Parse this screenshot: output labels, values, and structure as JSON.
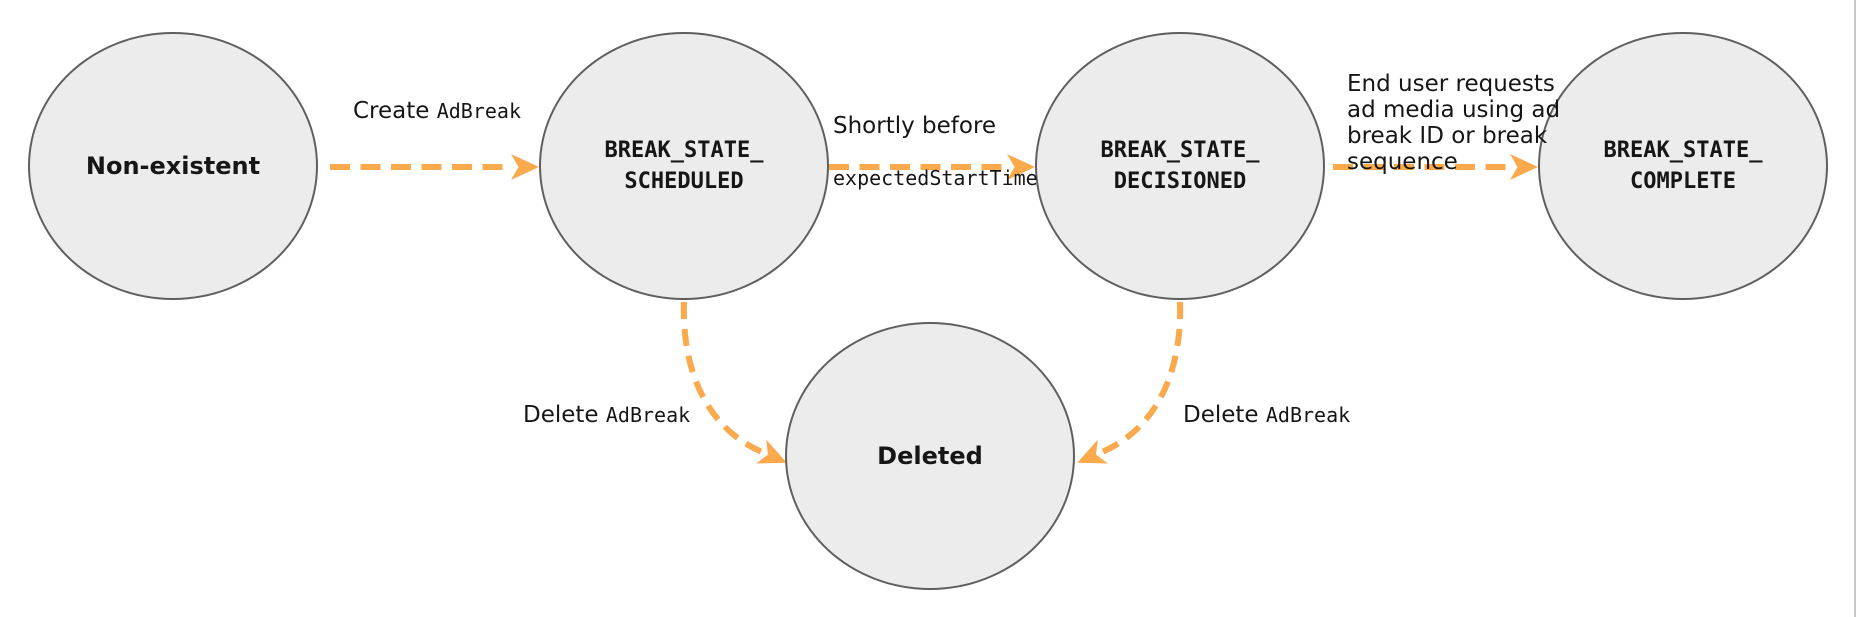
{
  "diagram": {
    "states": [
      {
        "id": "non-existent",
        "label": "Non-existent"
      },
      {
        "id": "break-state-scheduled",
        "label": "BREAK_STATE_\nSCHEDULED"
      },
      {
        "id": "break-state-decisioned",
        "label": "BREAK_STATE_\nDECISIONED"
      },
      {
        "id": "break-state-complete",
        "label": "BREAK_STATE_\nCOMPLETE"
      },
      {
        "id": "deleted",
        "label": "Deleted"
      }
    ],
    "transitions": [
      {
        "from": "non-existent",
        "to": "break-state-scheduled",
        "label_sans": "Create ",
        "label_code": "AdBreak"
      },
      {
        "from": "break-state-scheduled",
        "to": "break-state-decisioned",
        "label_sans": "Shortly before",
        "label_code": "expectedStartTime"
      },
      {
        "from": "break-state-decisioned",
        "to": "break-state-complete",
        "label_sans": "End user requests\nad media using ad\nbreak ID or break\nsequence",
        "label_code": ""
      },
      {
        "from": "break-state-scheduled",
        "to": "deleted",
        "label_sans": "Delete ",
        "label_code": "AdBreak"
      },
      {
        "from": "break-state-decisioned",
        "to": "deleted",
        "label_sans": "Delete ",
        "label_code": "AdBreak"
      }
    ]
  },
  "theme": {
    "arrow_color": "#FAA94D",
    "node_fill": "#ECECEC",
    "node_border": "#5F5F5F",
    "text_color": "#161616",
    "edge_line_color": "#C9C9C9"
  }
}
